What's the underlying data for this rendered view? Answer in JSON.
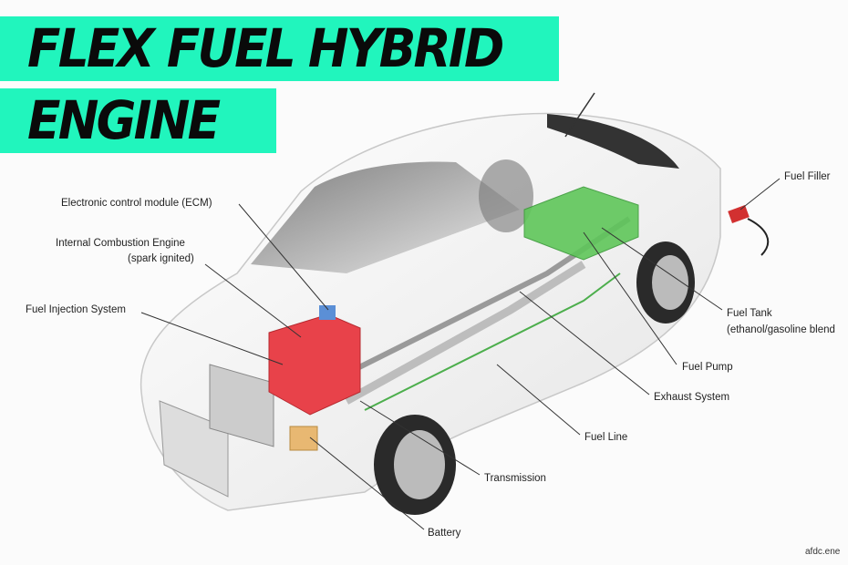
{
  "title": {
    "line1": "FLEX FUEL HYBRID",
    "line2": "ENGINE",
    "bar_color": "#21f5bd"
  },
  "labels": {
    "ecm": "Electronic control module (ECM)",
    "ice": "Internal Combustion Engine",
    "ice_sub": "(spark ignited)",
    "fuel_injection": "Fuel Injection System",
    "fuel_filler": "Fuel Filler",
    "fuel_tank": "Fuel Tank",
    "fuel_tank_sub": "(ethanol/gasoline blend",
    "fuel_pump": "Fuel Pump",
    "exhaust": "Exhaust System",
    "fuel_line": "Fuel Line",
    "transmission": "Transmission",
    "battery": "Battery"
  },
  "watermark": "afdc.ene",
  "colors": {
    "engine": "#e8424a",
    "fuel_tank": "#5fc65a",
    "battery": "#e8b872",
    "ecm": "#5b8fd6"
  }
}
